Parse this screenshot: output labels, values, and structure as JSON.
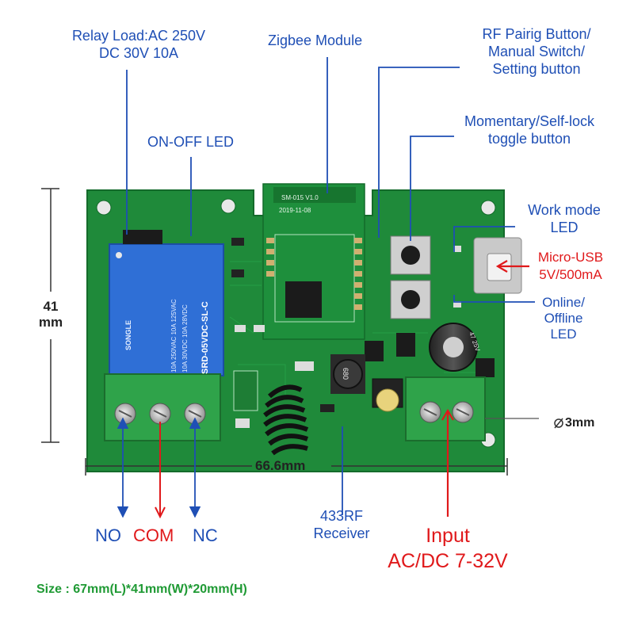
{
  "board": {
    "module_print": "SM-015 V1.0",
    "module_date": "2019-11-08",
    "relay_brand": "SONGLE",
    "relay_model": "SRD-05VDC-SL-C",
    "relay_ratings": [
      "10A 250VAC  10A 125VAC",
      "10A 30VDC  10A 28VDC"
    ],
    "inductor_code": "680",
    "cap_text": "47 25V"
  },
  "labels": {
    "relay_load_1": "Relay Load:AC 250V",
    "relay_load_2": "DC 30V 10A",
    "onoff_led": "ON-OFF LED",
    "zigbee": "Zigbee Module",
    "rf_btn_1": "RF Pairig Button/",
    "rf_btn_2": "Manual Switch/",
    "rf_btn_3": "Setting button",
    "momentary_1": "Momentary/Self-lock",
    "momentary_2": "toggle button",
    "work_mode_1": "Work mode",
    "work_mode_2": "LED",
    "micro_usb_1": "Micro-USB",
    "micro_usb_2": "5V/500mA",
    "online_1": "Online/",
    "online_2": "Offline",
    "online_3": "LED",
    "hole": "3mm",
    "width_dim": "66.6mm",
    "height_dim_1": "41",
    "height_dim_2": "mm",
    "rf_recv_1": "433RF",
    "rf_recv_2": "Receiver",
    "no": "NO",
    "com": "COM",
    "nc": "NC",
    "input_1": "Input",
    "input_2": "AC/DC 7-32V",
    "size": "Size : 67mm(L)*41mm(W)*20mm(H)"
  },
  "colors": {
    "pcb": "#1f8a3a",
    "pcb_dark": "#146b2b",
    "relay": "#2f6fd6",
    "terminal": "#2fa34a",
    "label_blue": "#1f4fb5",
    "label_red": "#e0191b",
    "size_green": "#1f9a34"
  },
  "icons": [
    "screw-icon",
    "diameter-icon",
    "arrow-icon"
  ]
}
